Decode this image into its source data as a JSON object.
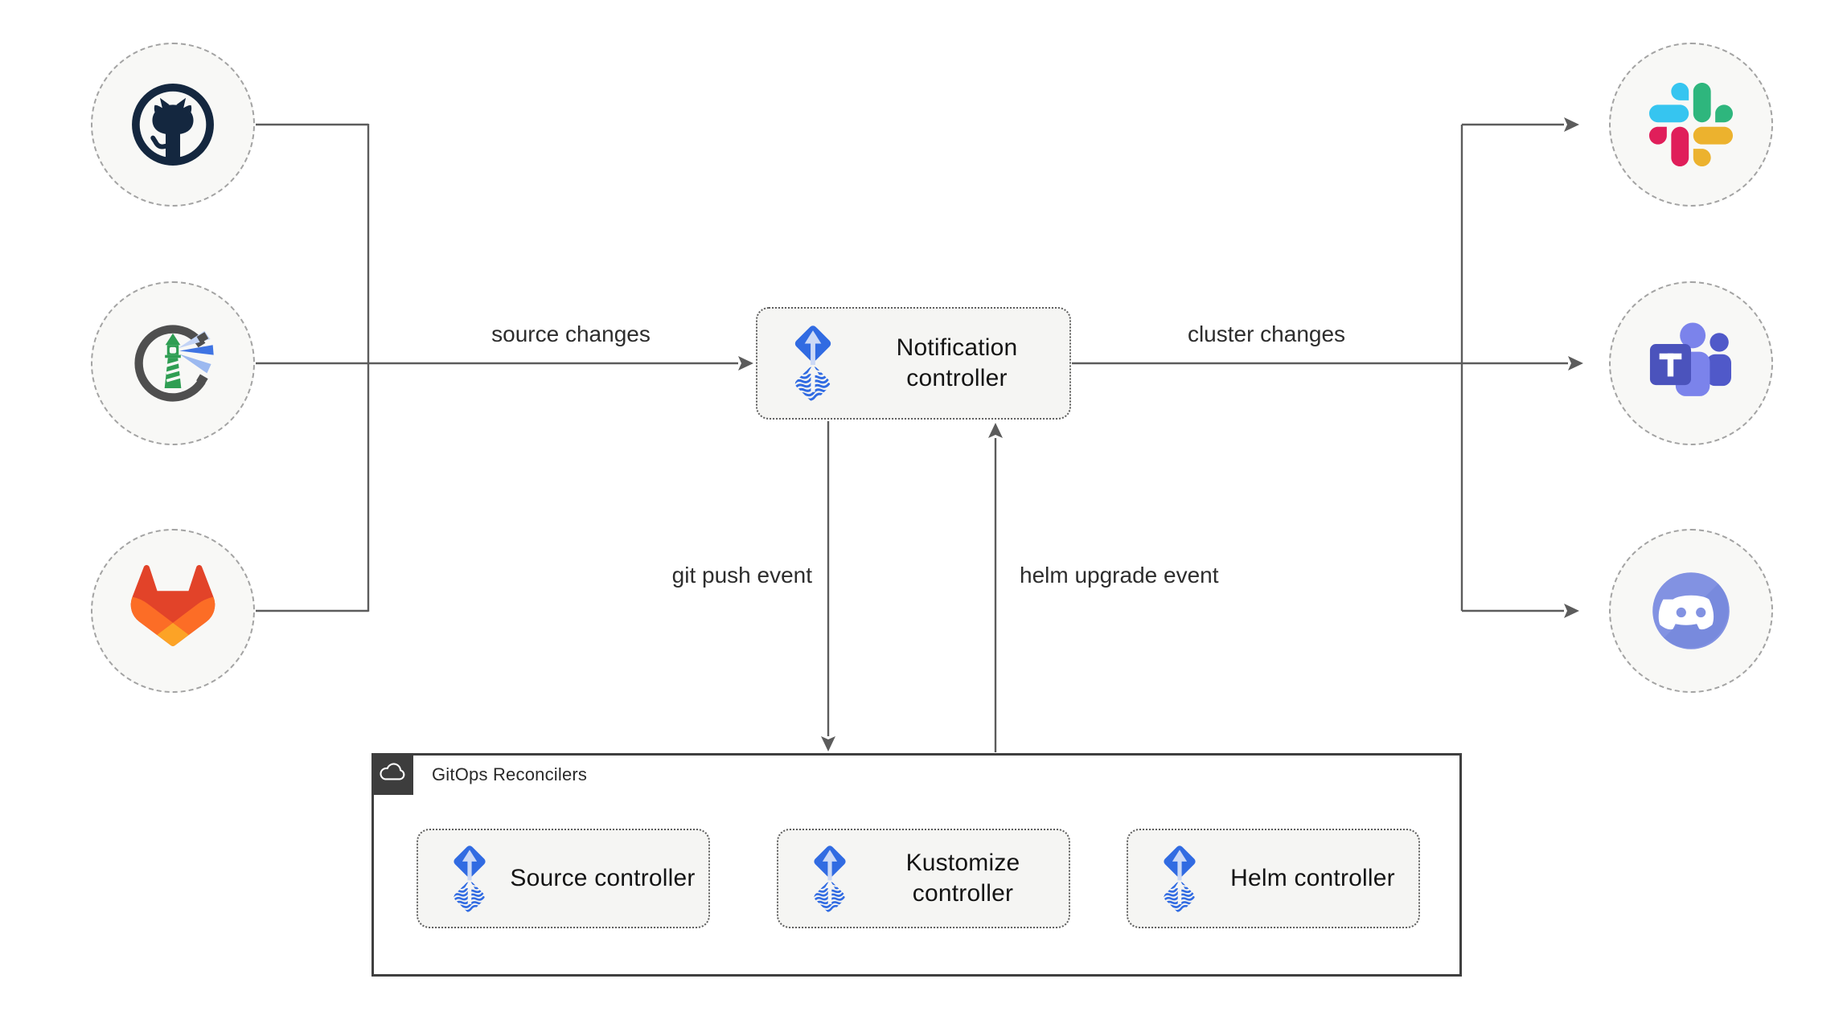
{
  "diagram": {
    "title_hidden": "",
    "connector_color": "#5c5c5c",
    "node_fill": "#f5f5f3",
    "circle_fill": "#f8f8f6"
  },
  "sources": [
    {
      "id": "github",
      "icon": "github-icon"
    },
    {
      "id": "harbor",
      "icon": "harbor-icon"
    },
    {
      "id": "gitlab",
      "icon": "gitlab-icon"
    }
  ],
  "targets": [
    {
      "id": "slack",
      "icon": "slack-icon"
    },
    {
      "id": "microsoft-teams",
      "icon": "microsoft-teams-icon"
    },
    {
      "id": "discord",
      "icon": "discord-icon"
    }
  ],
  "controllers": {
    "notification": {
      "label": "Notification controller",
      "icon": "flux-logo-icon"
    },
    "source": {
      "label": "Source controller",
      "icon": "flux-logo-icon"
    },
    "kustomize": {
      "label": "Kustomize controller",
      "icon": "flux-logo-icon"
    },
    "helm": {
      "label": "Helm controller",
      "icon": "flux-logo-icon"
    }
  },
  "edges": {
    "source_changes": {
      "label": "source changes"
    },
    "cluster_changes": {
      "label": "cluster changes"
    },
    "git_push_event": {
      "label": "git push event"
    },
    "helm_upgrade_event": {
      "label": "helm upgrade event"
    }
  },
  "reconcilers_group": {
    "label": "GitOps Reconcilers",
    "icon": "cloud-icon"
  },
  "colors": {
    "flux_blue": "#316be2",
    "flux_arrow_light": "#ccd9f6",
    "connector": "#5c5c5c",
    "group_badge": "#3d3d3d",
    "github_navy": "#14273f",
    "harbor_green": "#2f9e53",
    "harbor_ring": "#4f4f4f",
    "harbor_beam_blue": "#3f74e3",
    "gitlab_red": "#e24329",
    "gitlab_orange": "#fc6d26",
    "gitlab_yellow": "#fca326",
    "slack_blue": "#36C5F0",
    "slack_green": "#2EB67D",
    "slack_yellow": "#ECB22E",
    "slack_red": "#E01E5A",
    "teams_purple": "#4b53bc",
    "teams_light_purple": "#7b83eb",
    "teams_mid_purple": "#5059c9",
    "discord_blurple": "#8292e2"
  }
}
